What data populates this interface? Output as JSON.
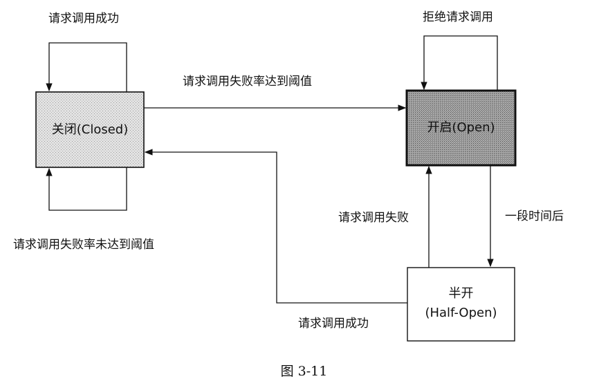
{
  "states": {
    "closed": {
      "label": "关闭(Closed)"
    },
    "open": {
      "label": "开启(Open)"
    },
    "half_open": {
      "label_line1": "半开",
      "label_line2": "(Half-Open)"
    }
  },
  "transitions": {
    "closed_self": "请求调用成功",
    "open_self": "拒绝请求调用",
    "closed_to_open": "请求调用失败率达到阈值",
    "closed_self_bottom": "请求调用失败率未达到阈值",
    "half_to_open": "请求调用失败",
    "open_to_half": "一段时间后",
    "half_to_closed": "请求调用成功"
  },
  "caption": "图 3-11",
  "colors": {
    "line": "#111111",
    "closed_fill": "#d4d4d4",
    "open_fill": "#9a9a9a",
    "half_fill": "#ffffff"
  }
}
